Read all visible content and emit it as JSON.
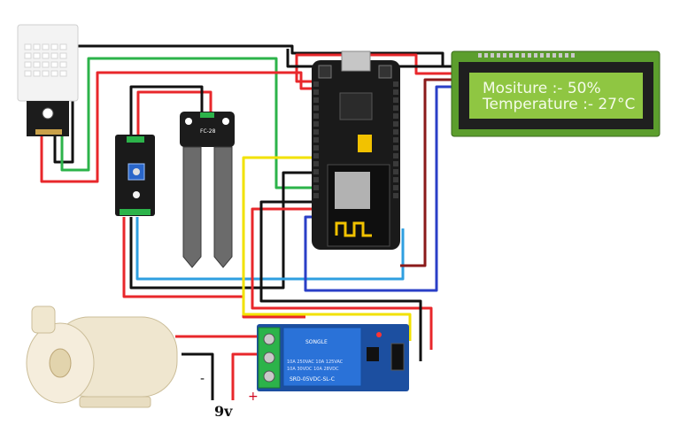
{
  "lcd": {
    "line1": "Mositure :-   50%",
    "line2": "Temperature :- 27°C"
  },
  "soil_probe": {
    "label": "FC-28"
  },
  "relay": {
    "brand": "SONGLE",
    "spec1": "10A 250VAC  10A 125VAC",
    "spec2": "10A 30VDC  10A 28VDC",
    "model": "SRD-05VDC-SL-C"
  },
  "power": {
    "voltage_label": "9v",
    "minus_label": "-",
    "plus_label": "+"
  },
  "colors": {
    "wire_red": "#e8272b",
    "wire_black": "#111111",
    "wire_green": "#2cb34a",
    "wire_yellow": "#f2e200",
    "wire_blue": "#2f9fe0",
    "wire_darkblue": "#2a3fc7",
    "wire_darkred": "#8b1a1a",
    "lcd_green": "#8fc642",
    "board_black": "#1a1a1a",
    "relay_blue": "#1f67c8"
  }
}
